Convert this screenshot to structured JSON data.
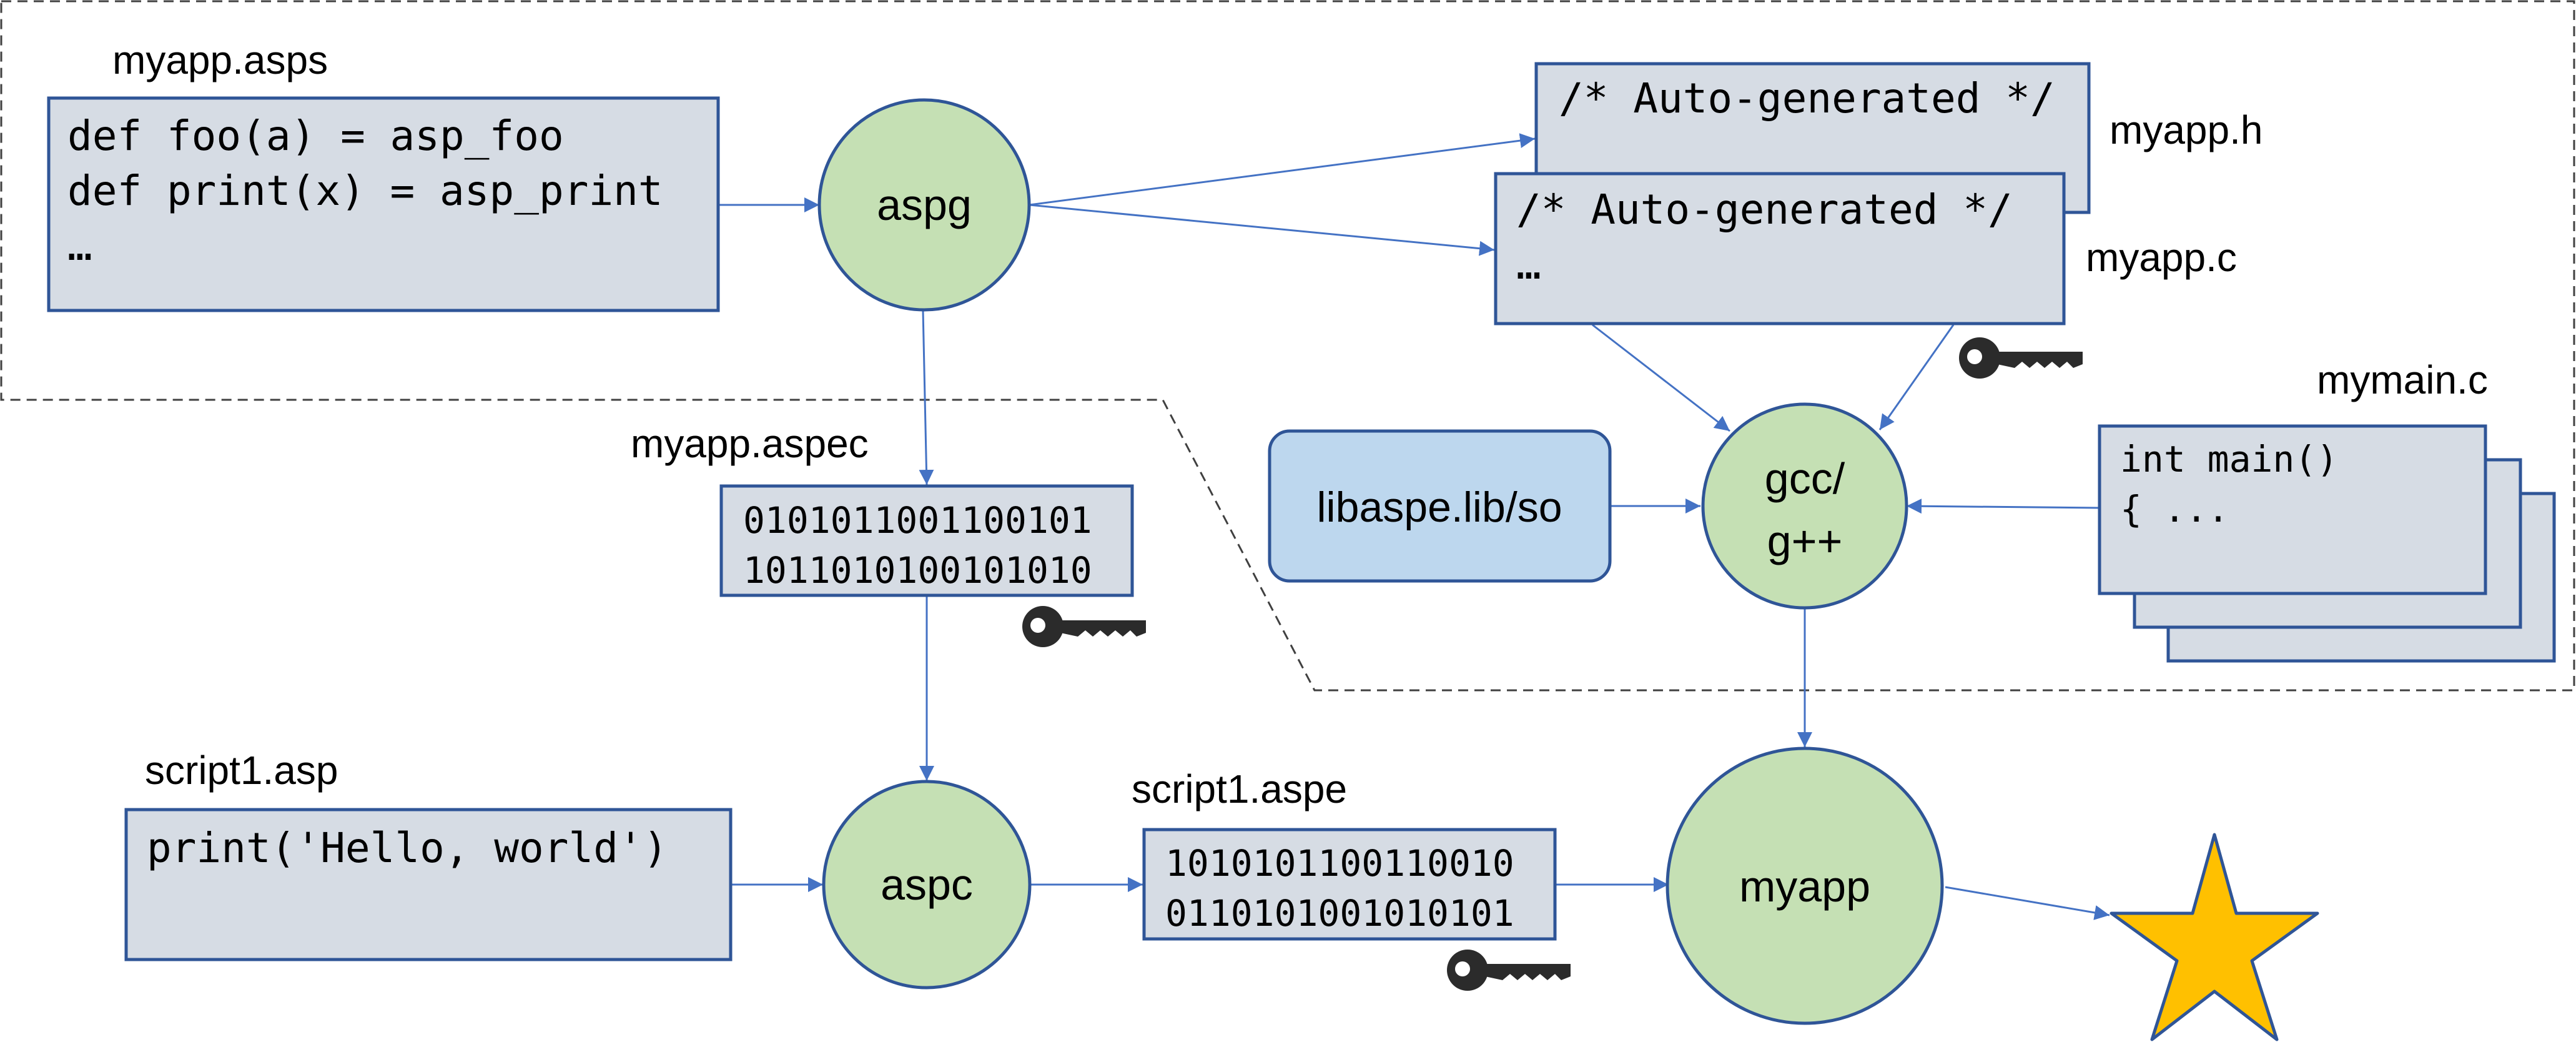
{
  "colors": {
    "box_fill": "#d6dce4",
    "box_stroke": "#2f5597",
    "node_fill": "#c5e0b4",
    "lib_fill": "#bdd7ee",
    "arrow": "#4472c4",
    "star_fill": "#ffc000",
    "star_stroke": "#2f5597",
    "key": "#2b2b2b"
  },
  "files": {
    "myapp_asps": {
      "label": "myapp.asps",
      "lines": [
        "def foo(a) = asp_foo",
        "def print(x) = asp_print",
        "…"
      ]
    },
    "myapp_h": {
      "label": "myapp.h",
      "lines": [
        "/* Auto-generated */"
      ]
    },
    "myapp_c": {
      "label": "myapp.c",
      "lines": [
        "/* Auto-generated */",
        "…"
      ]
    },
    "myapp_aspec": {
      "label": "myapp.aspec",
      "lines": [
        "0101011001100101",
        "1011010100101010"
      ]
    },
    "mymain_c": {
      "label": "mymain.c",
      "lines": [
        "int main()",
        "{ ..."
      ]
    },
    "script1_asp": {
      "label": "script1.asp",
      "lines": [
        "print('Hello, world')"
      ]
    },
    "script1_aspe": {
      "label": "script1.aspe",
      "lines": [
        "1010101100110010",
        "0110101001010101"
      ]
    }
  },
  "nodes": {
    "aspg": "aspg",
    "aspc": "aspc",
    "gcc_line1": "gcc/",
    "gcc_line2": "g++",
    "myapp": "myapp"
  },
  "library": {
    "label": "libaspe.lib/so"
  },
  "icons": [
    "key-icon",
    "star-icon"
  ]
}
